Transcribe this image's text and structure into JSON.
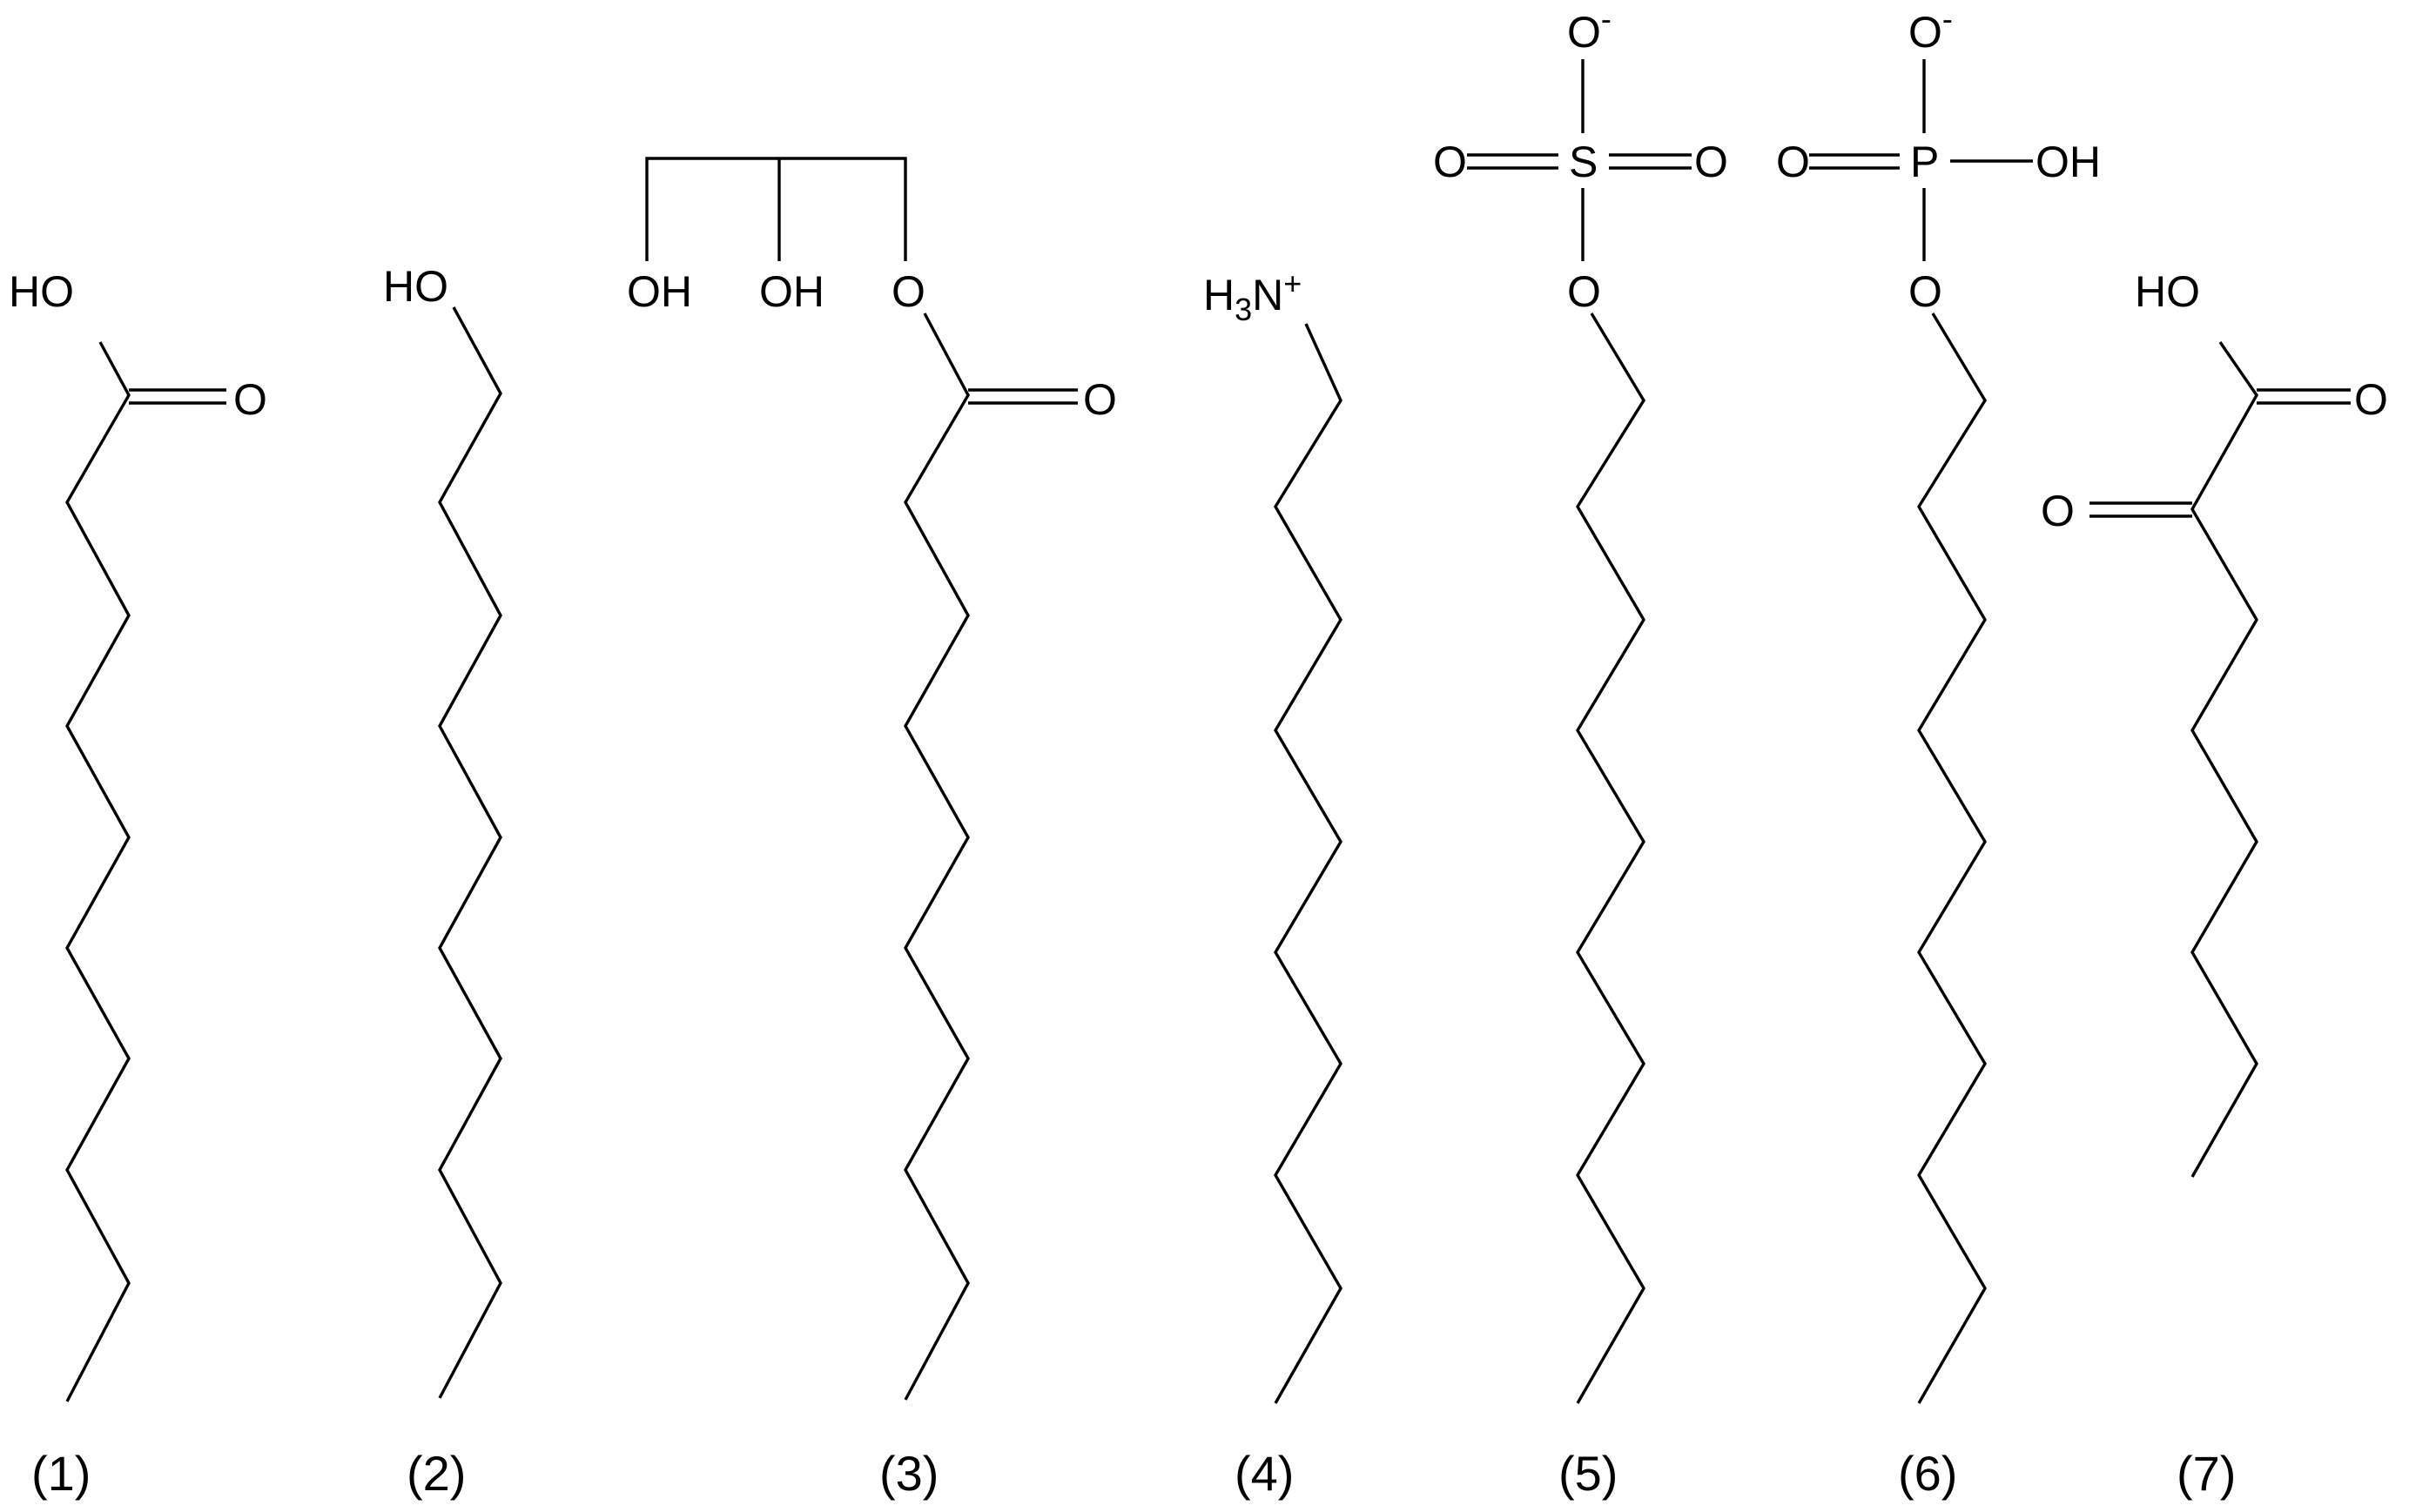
{
  "molecules": [
    {
      "label": "(1)",
      "atoms": {
        "hydroxyl": "HO",
        "carbonyl_o": "O"
      }
    },
    {
      "label": "(2)",
      "atoms": {
        "hydroxyl": "HO"
      }
    },
    {
      "label": "(3)",
      "atoms": {
        "hydroxyl_1": "OH",
        "hydroxyl_2": "OH",
        "ester_o": "O",
        "carbonyl_o": "O"
      }
    },
    {
      "label": "(4)",
      "atoms": {
        "ammonium_h": "H",
        "ammonium_sub": "3",
        "ammonium_n": "N",
        "ammonium_charge": "+"
      }
    },
    {
      "label": "(5)",
      "atoms": {
        "top_o": "O",
        "top_charge": "-",
        "left_o": "O",
        "sulfur": "S",
        "right_o": "O",
        "bridge_o": "O"
      }
    },
    {
      "label": "(6)",
      "atoms": {
        "top_o": "O",
        "top_charge": "-",
        "left_o": "O",
        "phosphorus": "P",
        "hydroxyl": "OH",
        "bridge_o": "O"
      }
    },
    {
      "label": "(7)",
      "atoms": {
        "hydroxyl": "HO",
        "carbonyl_o": "O",
        "keto_o": "O"
      }
    }
  ]
}
